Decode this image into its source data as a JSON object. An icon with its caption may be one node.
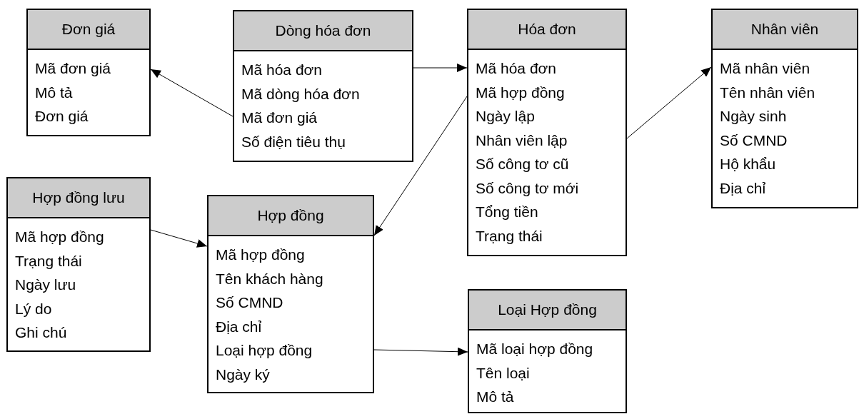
{
  "diagram": {
    "nodes": [
      {
        "text": [
          "Đơn giá",
          "Mã đơn giá",
          "Mô tả",
          "Đơn giá"
        ]
      },
      {
        "text": [
          "Dòng hóa đơn",
          "Mã hóa đơn",
          "Mã dòng hóa đơn",
          "Mã đơn giá",
          "Số điện tiêu thụ"
        ]
      },
      {
        "text": [
          "Hóa đơn",
          "Mã hóa đơn",
          "Mã hợp đồng",
          "Ngày lập",
          "Nhân viên lập",
          "Số công tơ cũ",
          "Số công tơ mới",
          "Tổng tiền",
          "Trạng thái"
        ]
      },
      {
        "text": [
          "Nhân viên",
          "Mã nhân viên",
          "Tên nhân viên",
          "Ngày sinh",
          "Số CMND",
          "Hộ khẩu",
          "Địa chỉ"
        ]
      },
      {
        "text": [
          "Hợp đồng lưu",
          "Mã hợp đồng",
          "Trạng thái",
          "Ngày lưu",
          "Lý do",
          "Ghi chú"
        ]
      },
      {
        "text": [
          "Hợp đồng",
          "Mã hợp đồng",
          "Tên khách hàng",
          "Số CMND",
          "Địa chỉ",
          "Loại hợp đồng",
          "Ngày ký"
        ]
      },
      {
        "text": [
          "Loại Hợp đồng",
          "Mã loại hợp đồng",
          "Tên loại",
          "Mô tả"
        ]
      }
    ],
    "edges": [
      {
        "from": 1,
        "to": 0,
        "arrow": "to"
      },
      {
        "from": 1,
        "to": 2,
        "arrow": "to"
      },
      {
        "from": 2,
        "to": 5,
        "arrow": "to"
      },
      {
        "from": 2,
        "to": 3,
        "arrow": "to"
      },
      {
        "from": 4,
        "to": 5,
        "arrow": "to"
      },
      {
        "from": 5,
        "to": 6,
        "arrow": "to"
      }
    ]
  }
}
